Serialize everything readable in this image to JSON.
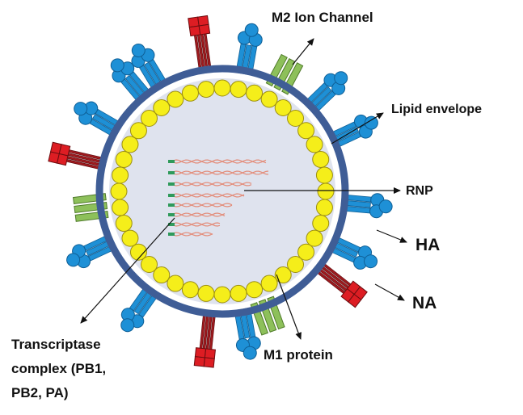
{
  "diagram": {
    "labels": {
      "m2": "M2 Ion Channel",
      "lipid": "Lipid envelope",
      "rnp": "RNP",
      "ha": "HA",
      "na": "NA",
      "m1": "M1 protein",
      "transcriptase_line1": "Transcriptase",
      "transcriptase_line2": "complex (PB1,",
      "transcriptase_line3": "PB2, PA)"
    },
    "colors": {
      "envelope": "#3f5d96",
      "interior": "#dfe3ee",
      "m1": "#f5ee1a",
      "m1_stroke": "#9c8f12",
      "ha": "#1e90d6",
      "ha_dark": "#0f5f96",
      "na": "#dd1d23",
      "na_stem": "#9e1a1e",
      "m2": "#8dc05a",
      "m2_stroke": "#4f7a2a",
      "rnp_strand": "#e38b78",
      "rnp_head": "#2e9a5a"
    },
    "icons": [
      "ha-spike-icon",
      "na-spike-icon",
      "m2-channel-icon",
      "m1-protein-icon",
      "rnp-strand-icon"
    ]
  }
}
